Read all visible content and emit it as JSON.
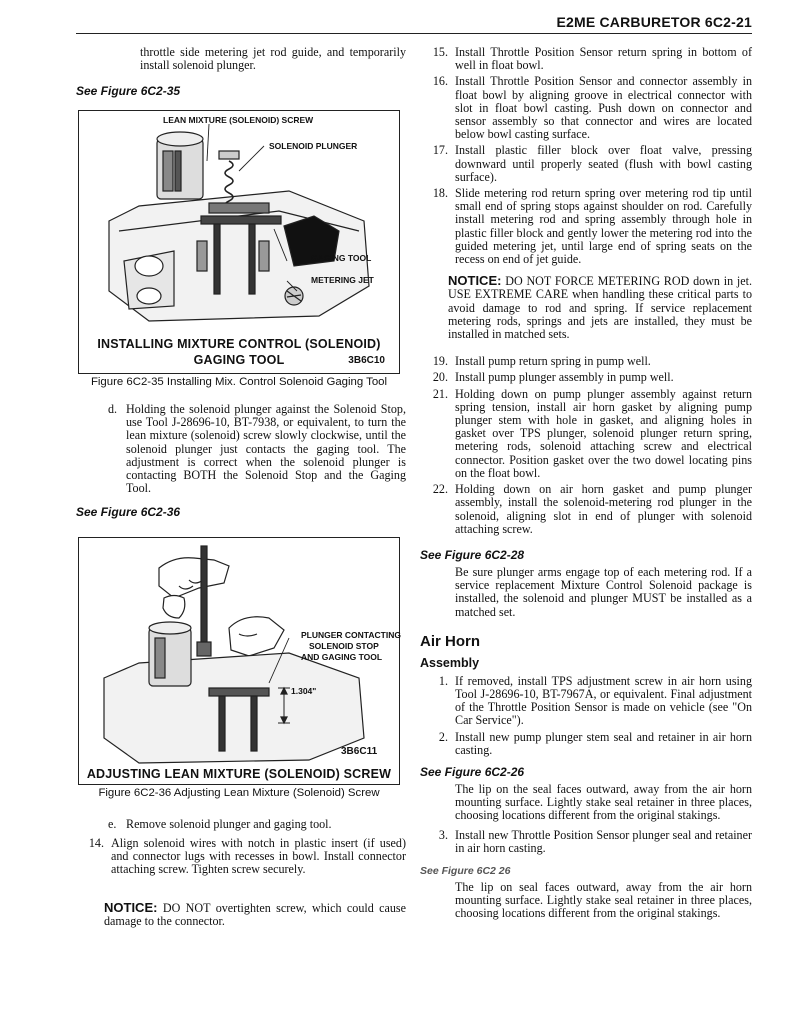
{
  "header": {
    "title": "E2ME CARBURETOR   6C2-21"
  },
  "left": {
    "intro": "throttle side metering jet rod guide, and temporarily install solenoid plunger.",
    "see1": "See Figure 6C2-35",
    "fig35": {
      "label_screw": "LEAN MIXTURE (SOLENOID) SCREW",
      "label_plunger": "SOLENOID PLUNGER",
      "label_gaging": "GAGING TOOL",
      "label_jet": "METERING JET",
      "big_caption_1": "INSTALLING MIXTURE CONTROL (SOLENOID)",
      "big_caption_2": "GAGING TOOL",
      "code": "3B6C10",
      "title": "Figure 6C2-35 Installing Mix. Control Solenoid Gaging Tool"
    },
    "step_d_num": "d.",
    "step_d": "Holding the solenoid plunger against the Solenoid Stop, use Tool J-28696-10, BT-7938, or equivalent, to turn the lean mixture (solenoid) screw slowly clockwise, until the solenoid plunger just contacts the gaging tool. The adjustment is correct when the solenoid plunger is contacting BOTH the Solenoid Stop and the Gaging Tool.",
    "see2": "See Figure 6C2-36",
    "fig36": {
      "label_contact_1": "PLUNGER CONTACTING",
      "label_contact_2": "SOLENOID STOP",
      "label_contact_3": "AND GAGING TOOL",
      "label_dim": "1.304\"",
      "code": "3B6C11",
      "big_caption": "ADJUSTING LEAN MIXTURE (SOLENOID) SCREW",
      "title": "Figure 6C2-36 Adjusting Lean Mixture (Solenoid) Screw"
    },
    "step_e_num": "e.",
    "step_e": "Remove solenoid plunger and gaging tool.",
    "step14_num": "14.",
    "step14": "Align solenoid wires with notch in plastic insert (if used) and connector lugs with recesses in bowl. Install connector attaching screw. Tighten screw securely.",
    "notice_label": "NOTICE:",
    "notice": "DO NOT overtighten screw, which could cause damage to the connector."
  },
  "right": {
    "steps_a": [
      {
        "num": "15.",
        "text": "Install Throttle Position Sensor return spring in bottom of well in float bowl."
      },
      {
        "num": "16.",
        "text": "Install Throttle Position Sensor and connector assembly in float bowl by aligning groove in electrical connector with slot in float bowl casting. Push down on connector and sensor assembly so that connector and wires are located below bowl casting surface."
      },
      {
        "num": "17.",
        "text": "Install plastic filler block over float valve, pressing downward until properly seated (flush with bowl casting surface)."
      },
      {
        "num": "18.",
        "text": "Slide metering rod return spring over metering rod tip until small end of spring stops against shoulder on rod. Carefully install metering rod and spring assembly through hole in plastic filler block and gently lower the metering rod into the guided metering jet, until large end of spring seats on the recess on end of jet guide."
      }
    ],
    "notice_label": "NOTICE:",
    "notice": "DO NOT FORCE METERING ROD down in jet. USE EXTREME CARE when handling these critical parts to avoid damage to rod and spring. If service replacement metering rods, springs and jets are installed, they must be installed in matched sets.",
    "steps_b": [
      {
        "num": "19.",
        "text": "Install pump return spring in pump well."
      },
      {
        "num": "20.",
        "text": "Install pump plunger assembly in pump well."
      },
      {
        "num": "21.",
        "text": "Holding down on pump plunger assembly against return spring tension, install air horn gasket by aligning pump plunger stem with hole in gasket, and aligning holes in gasket over TPS plunger, solenoid plunger return spring, metering rods, solenoid attaching screw and electrical connector. Position gasket over the two dowel locating pins on the float bowl."
      },
      {
        "num": "22.",
        "text": "Holding down on air horn gasket and pump plunger assembly, install the solenoid-metering rod plunger in the solenoid, aligning slot in end of plunger with solenoid attaching screw."
      }
    ],
    "see3": "See Figure 6C2-28",
    "para3": "Be sure plunger arms engage top of each metering rod. If a service replacement Mixture Control Solenoid package is installed, the solenoid and plunger MUST be installed as a matched set.",
    "section": "Air Horn",
    "subsection": "Assembly",
    "assembly": [
      {
        "num": "1.",
        "text": "If removed, install TPS adjustment screw in air horn using Tool J-28696-10, BT-7967A, or equivalent. Final adjustment of the Throttle Position Sensor is made on vehicle (see \"On Car Service\")."
      },
      {
        "num": "2.",
        "text": "Install new pump plunger stem seal and retainer in air horn casting."
      }
    ],
    "see4": "See Figure 6C2-26",
    "para4": "The lip on the seal faces outward, away from the air horn mounting surface. Lightly stake seal retainer in three places, choosing locations different from the original stakings.",
    "step3_num": "3.",
    "step3": "Install new Throttle Position Sensor plunger seal and retainer in air horn casting.",
    "see5": "See Figure 6C2 26",
    "para5": "The lip on seal faces outward, away from the air horn mounting surface. Lightly stake seal retainer in three places, choosing locations different from the original stakings."
  }
}
